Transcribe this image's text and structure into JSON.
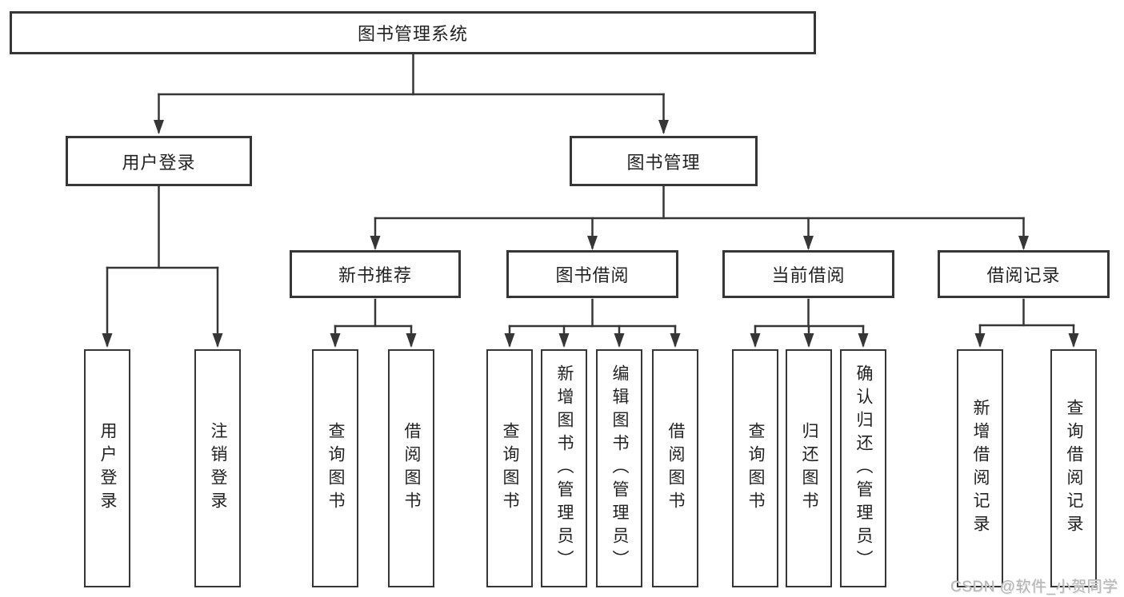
{
  "diagram": {
    "root": {
      "label": "图书管理系统"
    },
    "level2": [
      {
        "id": "user-login",
        "label": "用户登录"
      },
      {
        "id": "book-management",
        "label": "图书管理"
      }
    ],
    "level3": [
      {
        "id": "new-book-recommend",
        "label": "新书推荐",
        "parent": "book-management"
      },
      {
        "id": "book-borrow",
        "label": "图书借阅",
        "parent": "book-management"
      },
      {
        "id": "current-borrow",
        "label": "当前借阅",
        "parent": "book-management"
      },
      {
        "id": "borrow-records",
        "label": "借阅记录",
        "parent": "book-management"
      }
    ],
    "leaves": [
      {
        "parent": "user-login",
        "label": "用户登录"
      },
      {
        "parent": "user-login",
        "label": "注销登录"
      },
      {
        "parent": "new-book-recommend",
        "label": "查询图书"
      },
      {
        "parent": "new-book-recommend",
        "label": "借阅图书"
      },
      {
        "parent": "book-borrow",
        "label": "查询图书"
      },
      {
        "parent": "book-borrow",
        "label": "新增图书（管理员）"
      },
      {
        "parent": "book-borrow",
        "label": "编辑图书（管理员）"
      },
      {
        "parent": "book-borrow",
        "label": "借阅图书"
      },
      {
        "parent": "current-borrow",
        "label": "查询图书"
      },
      {
        "parent": "current-borrow",
        "label": "归还图书"
      },
      {
        "parent": "current-borrow",
        "label": "确认归还（管理员）"
      },
      {
        "parent": "borrow-records",
        "label": "新增借阅记录"
      },
      {
        "parent": "borrow-records",
        "label": "查询借阅记录"
      }
    ],
    "watermark": "CSDN @软件_小贺同学",
    "colors": {
      "line": "#363636",
      "box_border": "#363636",
      "box_fill": "#ffffff",
      "text": "#222222",
      "watermark": "#b4b4b4"
    }
  }
}
